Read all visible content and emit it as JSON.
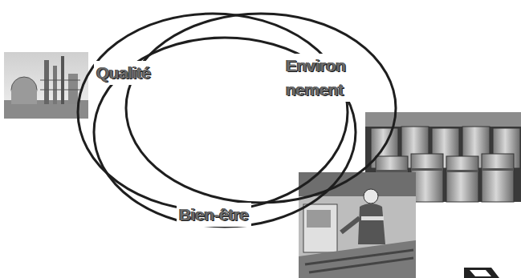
{
  "diagram": {
    "nodes": [
      {
        "text": [
          "Qualité"
        ]
      },
      {
        "text": [
          "Environ nement"
        ]
      },
      {
        "text": [
          "Bien-être"
        ]
      }
    ]
  }
}
